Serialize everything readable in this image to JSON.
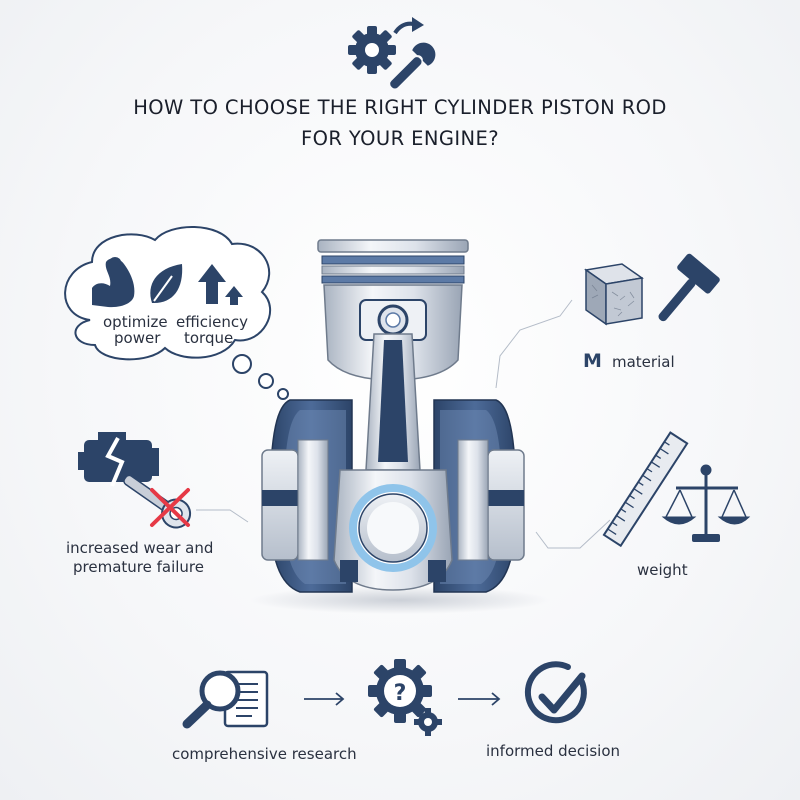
{
  "title": {
    "line1": "HOW TO CHOOSE THE RIGHT CYLINDER PISTON ROD",
    "line2": "FOR YOUR ENGINE?"
  },
  "thought_bubble": {
    "optimize": "optimize",
    "power": "power",
    "efficiency": "efficiency",
    "torque": "torque"
  },
  "material": {
    "badge": "M",
    "label": "material"
  },
  "weight": {
    "label": "weight"
  },
  "failure": {
    "line1": "increased wear and",
    "line2": "premature failure"
  },
  "flow": {
    "research": "comprehensive research",
    "decision": "informed decision",
    "unknown_symbol": "?"
  },
  "colors": {
    "navy": "#2c4468",
    "steel": "#5c7aa6",
    "light_steel": "#dfe4ec",
    "accent_red": "#e63946",
    "ring_blue": "#8fc4ea"
  },
  "icons": [
    "gear-wrench-icon",
    "bicep-icon",
    "leaf-icon",
    "arrows-up-icon",
    "material-cube-icon",
    "hammer-icon",
    "ruler-icon",
    "balance-scale-icon",
    "engine-warning-icon",
    "broken-rod-icon",
    "magnifier-document-icon",
    "question-gear-icon",
    "check-circle-icon"
  ]
}
